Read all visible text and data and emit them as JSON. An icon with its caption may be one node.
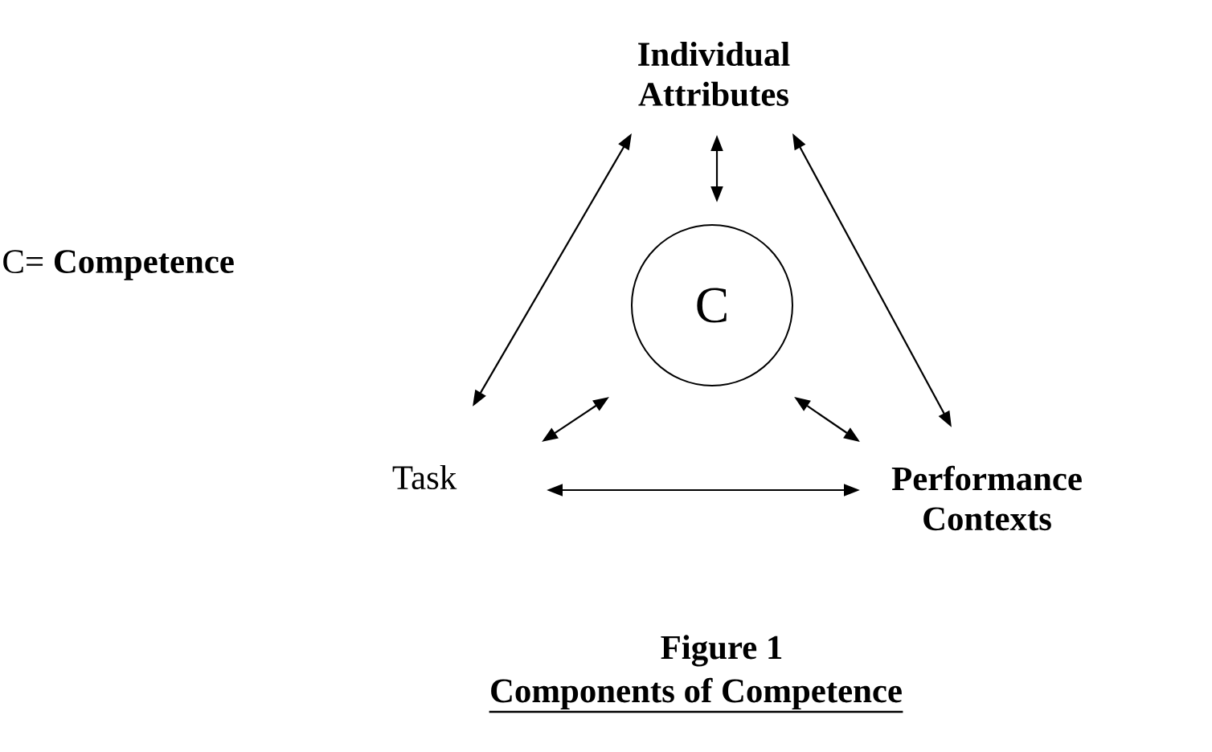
{
  "diagram": {
    "title": "Components of Competence",
    "caption": "Figure 1",
    "nodes": [
      {
        "text": [
          "Individual Attributes"
        ]
      },
      {
        "text": [
          "C"
        ]
      },
      {
        "text": [
          "Task"
        ]
      },
      {
        "text": [
          "Performance Contexts"
        ]
      }
    ],
    "edges": [
      {
        "from": 0,
        "to": 1,
        "arrow": "both"
      },
      {
        "from": 0,
        "to": 2,
        "arrow": "both"
      },
      {
        "from": 0,
        "to": 3,
        "arrow": "both"
      },
      {
        "from": 1,
        "to": 2,
        "arrow": "both"
      },
      {
        "from": 1,
        "to": 3,
        "arrow": "both"
      },
      {
        "from": 2,
        "to": 3,
        "arrow": "both"
      }
    ],
    "labels": [
      "C= **Competence**"
    ]
  }
}
